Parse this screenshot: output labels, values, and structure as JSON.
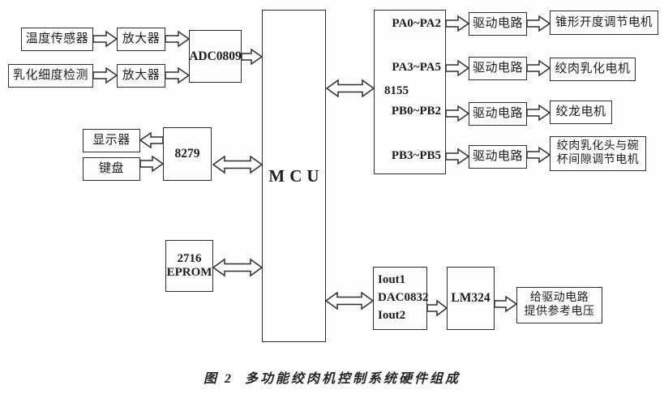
{
  "figure": {
    "caption_prefix": "图 2",
    "caption_title": "多功能绞肉机控制系统硬件组成"
  },
  "blocks": {
    "temp_sensor": "温度传感器",
    "amplifier_top": "放大器",
    "emulsify_detect": "乳化细度检测",
    "amplifier_bottom": "放大器",
    "adc": "ADC0809",
    "display": "显示器",
    "keyboard": "键盘",
    "interface_8279": "8279",
    "mcu": "MCU",
    "io_8155": {
      "label": "8155",
      "port_a_low": "PA0~PA2",
      "port_a_high": "PA3~PA5",
      "port_b_low": "PB0~PB2",
      "port_b_high": "PB3~PB5"
    },
    "drive_circuit_1": "驱动电路",
    "drive_circuit_2": "驱动电路",
    "drive_circuit_3": "驱动电路",
    "drive_circuit_4": "驱动电路",
    "motor_cone": "锥形开度调节电机",
    "motor_emulsify": "绞肉乳化电机",
    "motor_auger": "绞龙电机",
    "motor_gap_line1": "绞肉乳化头与碗",
    "motor_gap_line2": "杯间隙调节电机",
    "eprom_line1": "2716",
    "eprom_line2": "EPROM",
    "dac_out1": "Iout1",
    "dac_label": "DAC0832",
    "dac_out2": "Iout2",
    "opamp": "LM324",
    "ref_voltage_line1": "给驱动电路",
    "ref_voltage_line2": "提供参考电压"
  }
}
